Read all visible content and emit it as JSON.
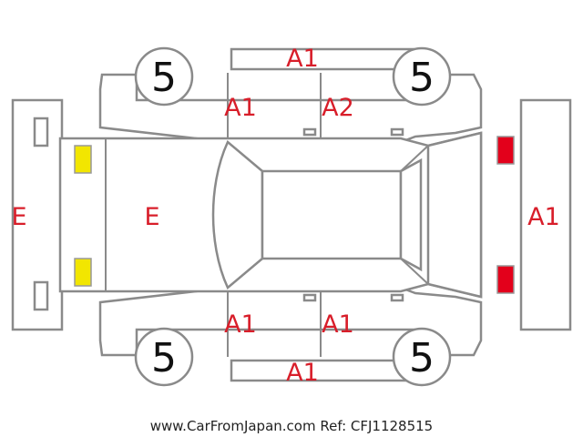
{
  "tires": {
    "front_left": "5",
    "front_right": "5",
    "rear_left": "5",
    "rear_right": "5"
  },
  "codes": {
    "roof_top_bar": "A1",
    "upper_front_door": "A1",
    "upper_rear_door": "A2",
    "front_bumper": "E",
    "hood": "E",
    "rear_panel": "A1",
    "lower_front_door": "A1",
    "lower_rear_door": "A1",
    "lower_side_bar": "A1"
  },
  "markers": {
    "front_lamps_color": "#f2e600",
    "rear_lamps_color": "#e3001b"
  },
  "footer": {
    "watermark": "www.CarFromJapan.com Ref: CFJ1128515"
  }
}
